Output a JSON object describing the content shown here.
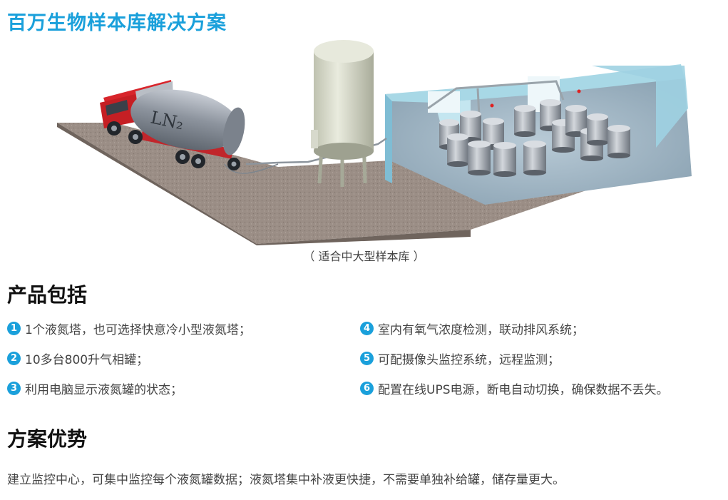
{
  "header": {
    "title": "百万生物样本库解决方案"
  },
  "illustration": {
    "caption": "（ 适合中大型样本库 ）",
    "truck_tank_label": "LN₂"
  },
  "products": {
    "heading": "产品包括",
    "items": [
      {
        "num": "1",
        "text": "1个液氮塔，也可选择快意冷小型液氮塔；"
      },
      {
        "num": "2",
        "text": "10多台800升气相罐；"
      },
      {
        "num": "3",
        "text": "利用电脑显示液氮罐的状态；"
      },
      {
        "num": "4",
        "text": "室内有氧气浓度检测，联动排风系统；"
      },
      {
        "num": "5",
        "text": "可配摄像头监控系统，远程监测；"
      },
      {
        "num": "6",
        "text": "配置在线UPS电源，断电自动切换，确保数据不丢失。"
      }
    ]
  },
  "advantages": {
    "heading": "方案优势",
    "text": "建立监控中心，可集中监控每个液氮罐数据；液氮塔集中补液更快捷，不需要单独补给罐，储存量更大。"
  },
  "colors": {
    "accent": "#1aa0db",
    "truck_cab": "#d8252b",
    "wall": "#a8d8e6",
    "floor": "#9b8e86"
  }
}
